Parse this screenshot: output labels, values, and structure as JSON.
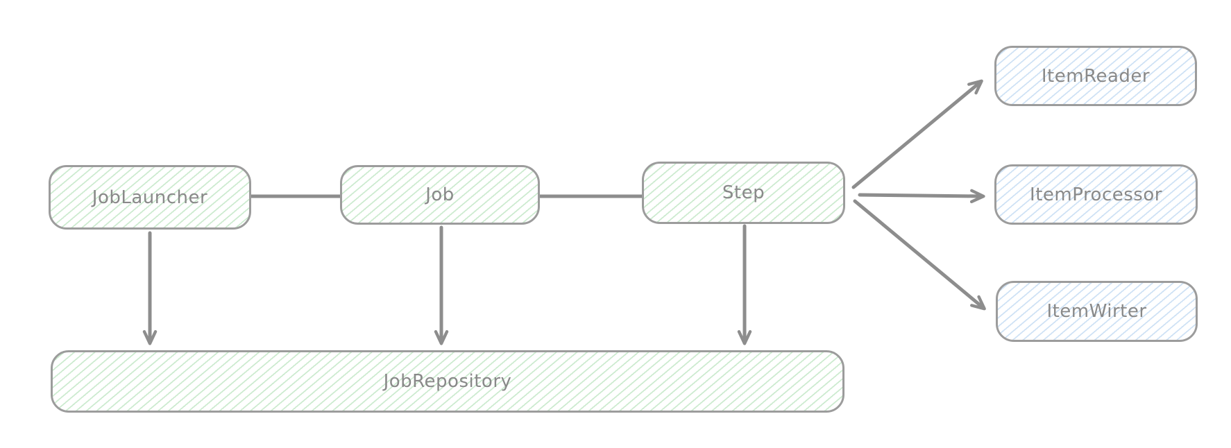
{
  "diagram": {
    "nodes": {
      "job_launcher": {
        "label": "JobLauncher",
        "fill": "green-hachure"
      },
      "job": {
        "label": "Job",
        "fill": "green-hachure"
      },
      "step": {
        "label": "Step",
        "fill": "green-hachure"
      },
      "item_reader": {
        "label": "ItemReader",
        "fill": "blue-hachure"
      },
      "item_processor": {
        "label": "ItemProcessor",
        "fill": "blue-hachure"
      },
      "item_writer": {
        "label": "ItemWirter",
        "fill": "blue-hachure"
      },
      "job_repository": {
        "label": "JobRepository",
        "fill": "green-hachure"
      }
    },
    "edges": [
      {
        "from": "JobLauncher",
        "to": "Job",
        "style": "plain-line"
      },
      {
        "from": "Job",
        "to": "Step",
        "style": "plain-line"
      },
      {
        "from": "JobLauncher",
        "to": "JobRepository",
        "style": "arrow"
      },
      {
        "from": "Job",
        "to": "JobRepository",
        "style": "arrow"
      },
      {
        "from": "Step",
        "to": "JobRepository",
        "style": "arrow"
      },
      {
        "from": "Step",
        "to": "ItemReader",
        "style": "arrow"
      },
      {
        "from": "Step",
        "to": "ItemProcessor",
        "style": "arrow"
      },
      {
        "from": "Step",
        "to": "ItemWirter",
        "style": "arrow"
      }
    ],
    "colors": {
      "background": "#ffffff",
      "node_border": "#9c9c9c",
      "green_hachure": "#cdebd0",
      "blue_hachure": "#cfe2f5",
      "edge_stroke": "#8d8d8d",
      "label_text": "#898989"
    }
  }
}
